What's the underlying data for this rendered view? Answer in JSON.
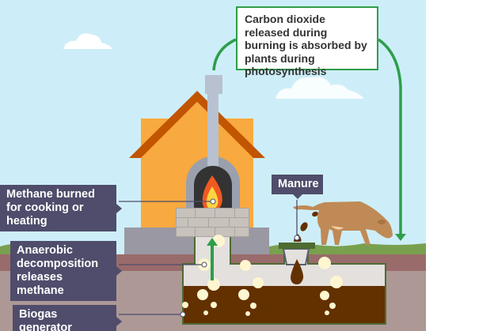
{
  "labels": {
    "callout": "Carbon dioxide released during burning is absorbed by plants during photosynthesis",
    "methane_burned": "Methane burned for cooking or heating",
    "anaerobic": "Anaerobic decomposition releases methane",
    "biogas_generator": "Biogas generator",
    "manure": "Manure"
  },
  "colors": {
    "sky": "#cdeef8",
    "label_bg": "#4f4d6b",
    "arrow_green": "#2e9e4a",
    "house": "#f8a93f",
    "roof": "#c15500",
    "slurry": "#633000"
  }
}
